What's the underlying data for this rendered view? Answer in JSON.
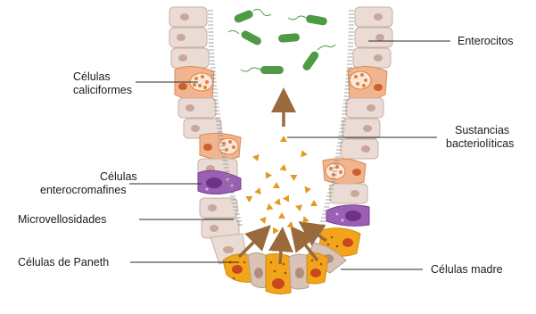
{
  "labels": {
    "enterocitos": "Enterocitos",
    "caliciformes_line1": "Células",
    "caliciformes_line2": "caliciformes",
    "sustancias_line1": "Sustancias",
    "sustancias_line2": "bacteriolíticas",
    "enterocromafines_line1": "Células",
    "enterocromafines_line2": "enterocromafines",
    "microvellosidades": "Microvellosidades",
    "paneth": "Células de Paneth",
    "madre": "Células madre"
  },
  "colors": {
    "background": "#ffffff",
    "enterocyte_fill": "#eadcd4",
    "enterocyte_stroke": "#c7b0a6",
    "enterocyte_nucleus": "#caa79c",
    "goblet_fill": "#f0b58e",
    "goblet_accent": "#e0813f",
    "enterochromaffin_fill": "#9b5fb4",
    "enterochromaffin_nucleus": "#6e3189",
    "paneth_fill": "#f2a51a",
    "paneth_nucleus": "#c9481e",
    "stem_fill": "#d9c2b6",
    "bacteria": "#4f9a45",
    "triangles": "#e39a1f",
    "arrows": "#9a6a3d",
    "leader_lines": "#2a2a2a"
  }
}
